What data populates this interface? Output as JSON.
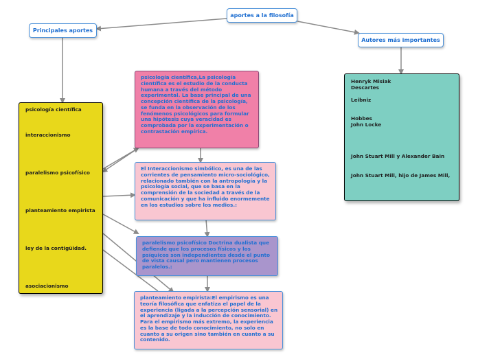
{
  "root": {
    "label": "aportes a la filosofía"
  },
  "branch_left": {
    "label": "Principales aportes"
  },
  "branch_right": {
    "label": "Autores más importantes"
  },
  "aportes_list": {
    "items": [
      "psicología científica",
      "interaccionismo",
      "paralelismo psicofísico",
      "planteamiento empirista",
      "ley de la contigüidad.",
      "asociacionismo"
    ]
  },
  "autores_list": {
    "items": [
      "Henryk Misiak\nDescartes",
      "Leibniz",
      " Hobbes\nJohn Locke",
      "John Stuart Mill y Alexander Bain",
      "John Stuart Mill, hijo de James Mill,"
    ]
  },
  "notes": {
    "psicologia": "psicología científica,La psicología científica es el estudio de la conducta humana a través del método experimental. La base principal de una concepción científica de la psicología, se funda en la observación de los fenómenos psicológicos para formular una hipótesis cuya veracidad es comprobada por la experimentación o contrastación empírica.",
    "interaccionismo": "El Interaccionismo simbólico, es una de las corrientes de pensamiento micro-sociológico, relacionado también con la antropología y la psicología social, que se basa en la comprensión de la sociedad a través de la comunicación y que ha influido enormemente en los estudios sobre los medios.:",
    "paralelismo": "paralelismo psicofísico  Doctrina dualista que defiende que los procesos físicos y los psíquicos son independientes desde el punto de vista causal pero mantienen procesos paralelos.:",
    "empirismo": "planteamiento empirista:El empirismo es una teoría filosófica que enfatiza el papel de la experiencia (ligada a la percepción sensorial) en el aprendizaje y la inducción de conocimiento. Para el empirismo más extremo, la experiencia es la base de todo conocimiento, no solo en cuanto a su origen sino también en cuanto a su contenido."
  },
  "colors": {
    "pill_border": "#4a90d9",
    "pill_text": "#1f6fd1",
    "yellow_card": "#e8d81b",
    "teal_card": "#7ecfc2",
    "note_pink_strong": "#f080a8",
    "note_pink_light": "#f9c6d1",
    "note_purple": "#a995cc",
    "connector": "#8a8a8a"
  }
}
